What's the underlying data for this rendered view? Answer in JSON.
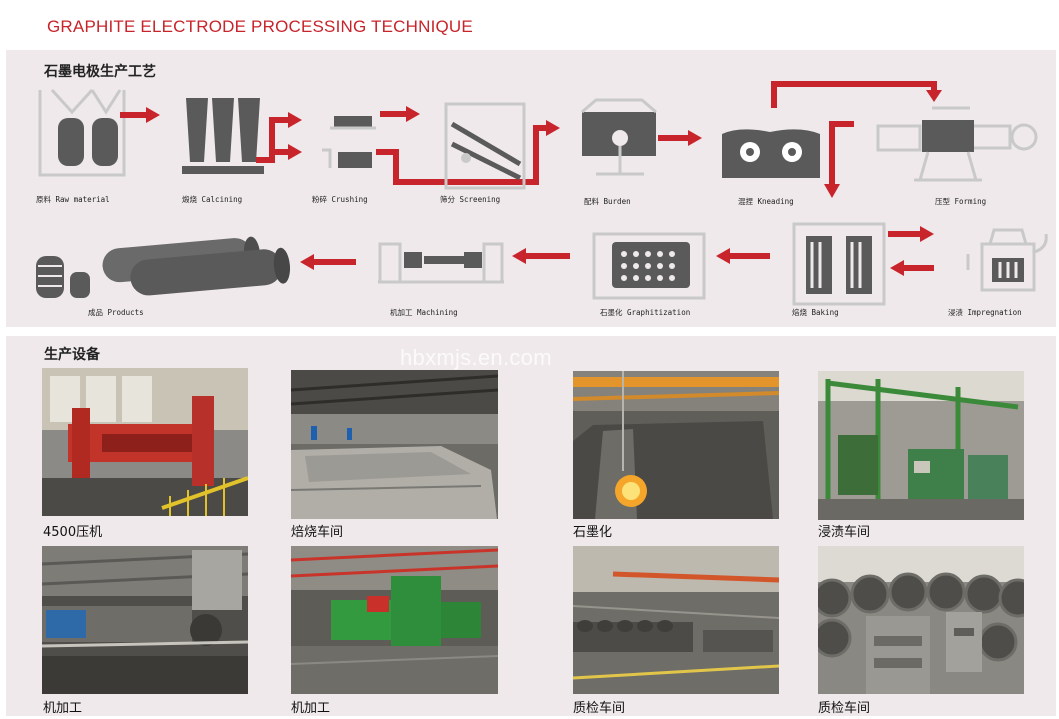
{
  "header": "GRAPHITE ELECTRODE PROCESSING TECHNIQUE",
  "section1_title": "石墨电极生产工艺",
  "section2_title": "生产设备",
  "watermark": "hbxmjs.en.com",
  "steps": [
    {
      "label": "原料 Raw material"
    },
    {
      "label": "煅烧 Calcining"
    },
    {
      "label": "粉碎 Crushing"
    },
    {
      "label": "筛分 Screening"
    },
    {
      "label": "配料 Burden"
    },
    {
      "label": "混捏 Kneading"
    },
    {
      "label": "压型 Forming"
    },
    {
      "label": "浸渍 Impregnation"
    },
    {
      "label": "焙烧 Baking"
    },
    {
      "label": "石墨化 Graphitization"
    },
    {
      "label": "机加工 Machining"
    },
    {
      "label": "成品 Products"
    }
  ],
  "equipment": [
    {
      "caption": "4500压机"
    },
    {
      "caption": "焙烧车间"
    },
    {
      "caption": "石墨化"
    },
    {
      "caption": "浸渍车间"
    },
    {
      "caption": "机加工"
    },
    {
      "caption": "机加工"
    },
    {
      "caption": "质检车间"
    },
    {
      "caption": "质检车间"
    }
  ],
  "colors": {
    "accent": "#c8242b",
    "arrow": "#c8242b",
    "machine": "#5a5a5a",
    "outline": "#bdbdbd",
    "panel": "#efe9eb"
  }
}
